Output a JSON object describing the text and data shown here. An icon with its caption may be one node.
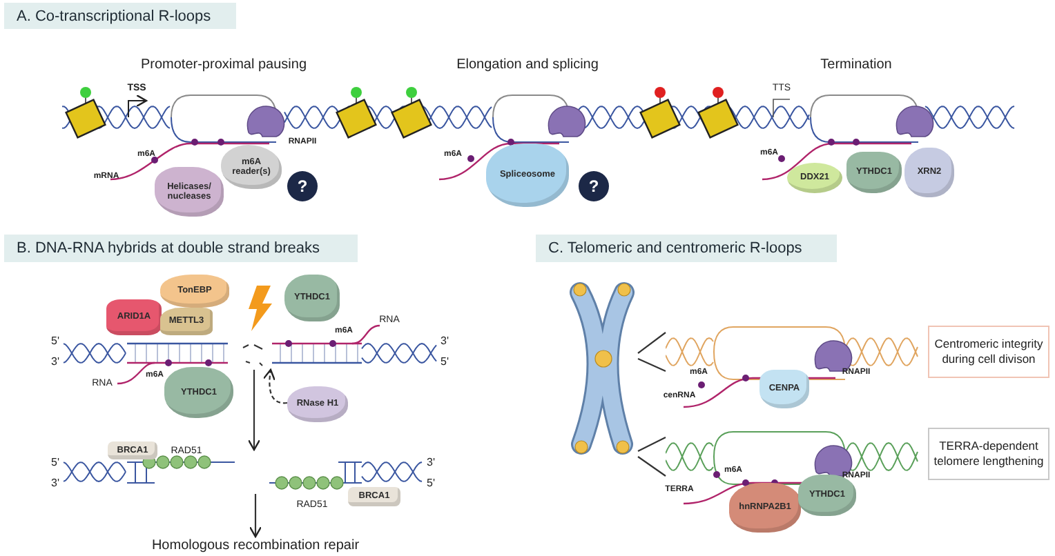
{
  "diagram": {
    "nodes": [
      {
        "text": [
          "A. Co-transcriptional R-loops"
        ]
      },
      {
        "text": [
          "m6A reader(s)"
        ]
      },
      {
        "text": [
          "Helicases/ nucleases"
        ]
      },
      {
        "text": [
          "?"
        ]
      },
      {
        "text": [
          "Spliceosome"
        ]
      },
      {
        "text": [
          "?"
        ]
      },
      {
        "text": [
          "DDX21"
        ]
      },
      {
        "text": [
          "YTHDC1"
        ]
      },
      {
        "text": [
          "XRN2"
        ]
      },
      {
        "text": [
          "B. DNA-RNA hybrids at double strand breaks"
        ]
      },
      {
        "text": [
          "ARID1A"
        ]
      },
      {
        "text": [
          "TonEBP"
        ]
      },
      {
        "text": [
          "METTL3"
        ]
      },
      {
        "text": [
          "YTHDC1"
        ]
      },
      {
        "text": [
          "YTHDC1"
        ]
      },
      {
        "text": [
          "RNase H1"
        ]
      },
      {
        "text": [],
        "shape": "picture"
      },
      {
        "text": [
          "BRCA1"
        ]
      },
      {
        "text": [
          "BRCA1"
        ]
      },
      {
        "text": [
          "Homologous recombination repair"
        ]
      },
      {
        "text": [
          "C. Telomeric and centromeric R-loops"
        ]
      },
      {
        "text": [
          "CENPA"
        ]
      },
      {
        "text": [
          "Centromeric integrity during cell divison"
        ]
      },
      {
        "text": [
          "hnRNPA2B1"
        ]
      },
      {
        "text": [
          "YTHDC1"
        ]
      },
      {
        "text": [
          "TERRA-dependent telomere lengthening"
        ]
      },
      {
        "text": [],
        "shape": "picture"
      },
      {
        "text": [],
        "shape": "picture"
      },
      {
        "text": [],
        "shape": "picture"
      },
      {
        "text": [],
        "shape": "picture"
      }
    ],
    "edges": [
      {
        "from": 15,
        "to": 26,
        "arrow": "to",
        "style": "dashed"
      },
      {
        "from": 26,
        "to": 16,
        "arrow": "to"
      },
      {
        "from": 16,
        "to": 19,
        "arrow": "to"
      },
      {
        "from": 27,
        "to": 28,
        "arrow": "none"
      },
      {
        "from": 27,
        "to": 29,
        "arrow": "none"
      }
    ],
    "labels": [
      "Promoter-proximal pausing",
      "Elongation and splicing",
      "Termination",
      "TSS",
      "TTS",
      "m6A",
      "mRNA",
      "RNAPII",
      "m6A",
      "m6A",
      "5'",
      "3'",
      "RNA",
      "m6A",
      "3'",
      "5'",
      "m6A",
      "RNA",
      "5'",
      "3'",
      "RAD51",
      "3'",
      "5'",
      "RAD51",
      "m6A",
      "cenRNA",
      "RNAPII",
      "m6A",
      "TERRA",
      "RNAPII"
    ]
  }
}
